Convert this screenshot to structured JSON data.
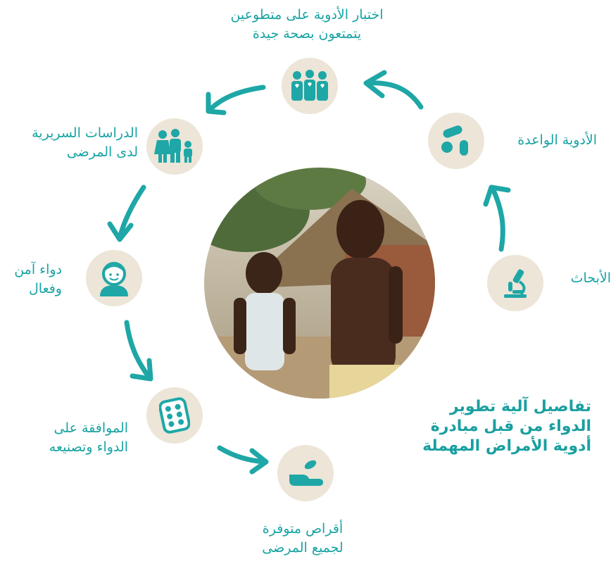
{
  "title_lines": [
    "تفاصيل آلية تطوير",
    "الدواء من قبل مبادرة",
    "أدوية الأمراض المهملة"
  ],
  "steps": [
    {
      "key": "research",
      "icon": "microscope-icon",
      "lines": [
        "الأبحاث"
      ]
    },
    {
      "key": "promising",
      "icon": "pills-icon",
      "lines": [
        "الأدوية الواعدة"
      ]
    },
    {
      "key": "healthy",
      "icon": "people-hearts-icon",
      "lines": [
        "اختبار الأدوية على متطوعين",
        "يتمتعون بصحة جيدة"
      ]
    },
    {
      "key": "clinical",
      "icon": "family-icon",
      "lines": [
        "الدراسات السريرية",
        "لدى المرضى"
      ]
    },
    {
      "key": "safe",
      "icon": "smiling-person-icon",
      "lines": [
        "دواء آمن",
        "وفعال"
      ]
    },
    {
      "key": "approval",
      "icon": "tablet-pack-icon",
      "lines": [
        "الموافقة على",
        "الدواء وتصنيعه"
      ]
    },
    {
      "key": "available",
      "icon": "hand-pill-icon",
      "lines": [
        "أقراص متوفرة",
        "لجميع المرضى"
      ]
    }
  ],
  "colors": {
    "accent": "#1ea7a6",
    "node_bg": "#ece5d8",
    "text": "#19a3a3"
  }
}
